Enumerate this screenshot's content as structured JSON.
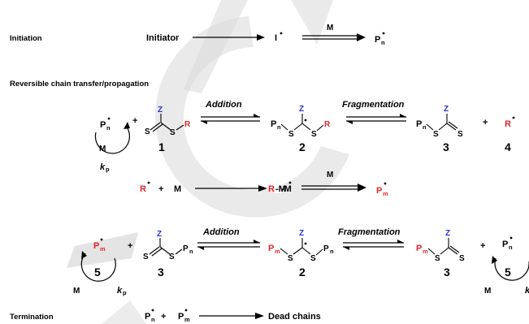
{
  "sections": {
    "initiation": "Initiation",
    "reversible": "Reversible chain transfer/propagation",
    "termination": "Termination"
  },
  "labels": {
    "initiator": "Initiator",
    "addition": "Addition",
    "fragmentation": "Fragmentation",
    "dead_chains": "Dead chains",
    "plus": "+"
  },
  "species": {
    "I": "I",
    "M": "M",
    "P": "P",
    "R": "R",
    "S": "S",
    "Z": "Z",
    "sub_n": "n",
    "sub_m": "m",
    "kp_k": "k",
    "kp_p": "p",
    "RM": "R-M"
  },
  "compounds": {
    "c1": "1",
    "c2": "2",
    "c3": "3",
    "c4": "4",
    "c5": "5"
  },
  "colors": {
    "red": "#e3262a",
    "blue": "#2a2fd6",
    "watermark": "#d9d9d9"
  }
}
